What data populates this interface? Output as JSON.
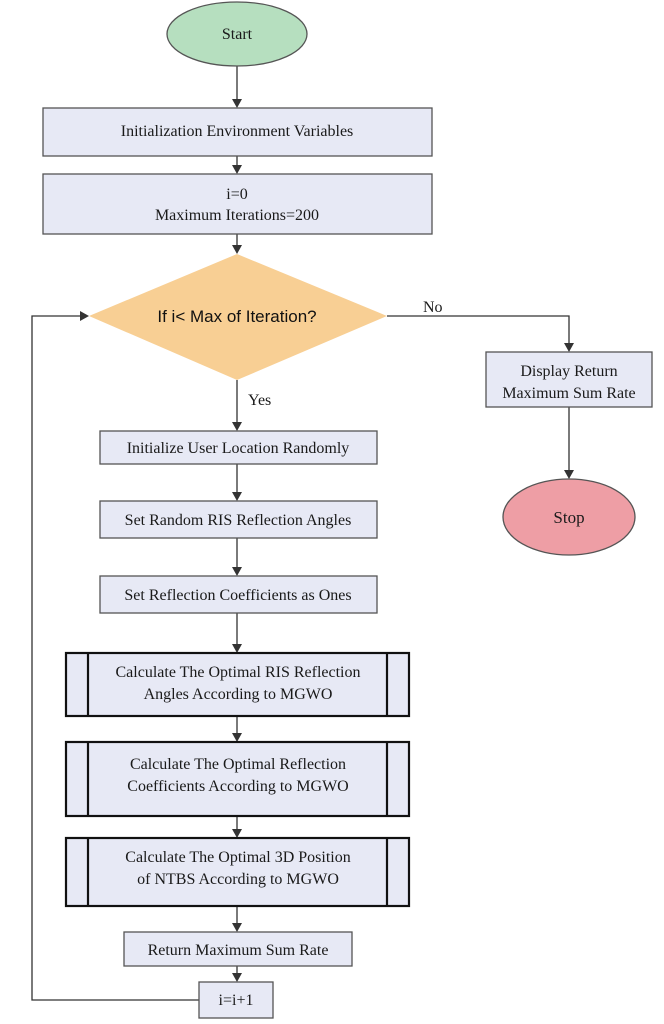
{
  "flowchart": {
    "start": "Start",
    "init_env": "Initialization Environment Variables",
    "init_counter_line1": "i=0",
    "init_counter_line2": "Maximum Iterations=200",
    "decision": "If i< Max of Iteration?",
    "no_label": "No",
    "yes_label": "Yes",
    "display_line1": "Display Return",
    "display_line2": "Maximum Sum Rate",
    "stop": "Stop",
    "user_location": "Initialize User Location Randomly",
    "random_angles": "Set Random RIS Reflection Angles",
    "coefficients": "Set Reflection Coefficients as Ones",
    "proc1_line1": "Calculate The Optimal RIS Reflection",
    "proc1_line2": "Angles According to  MGWO",
    "proc2_line1": "Calculate The Optimal Reflection",
    "proc2_line2": "Coefficients According to MGWO",
    "proc3_line1": "Calculate The Optimal 3D Position",
    "proc3_line2": "of NTBS According to MGWO",
    "return_rate": "Return Maximum Sum Rate",
    "increment": "i=i+1"
  },
  "colors": {
    "start": "#b6dfbf",
    "stop": "#ee9ea5",
    "decision": "#f8cf94",
    "process": "#e7e9f5"
  }
}
